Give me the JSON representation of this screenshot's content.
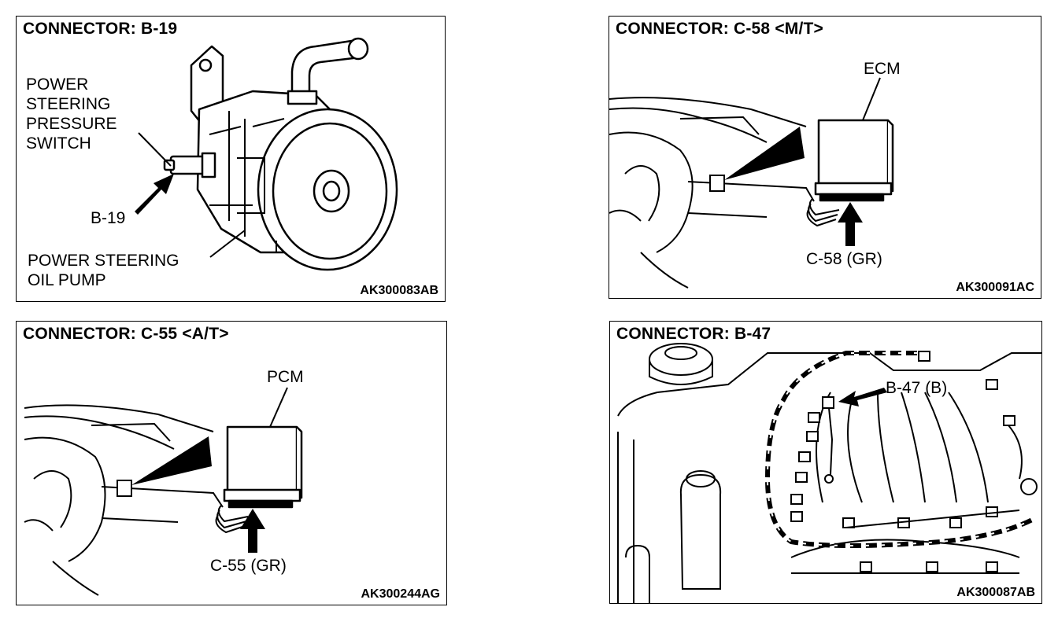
{
  "panels": {
    "b19": {
      "title": "CONNECTOR: B-19",
      "switch_label": "POWER\nSTEERING\nPRESSURE\nSWITCH",
      "connector_label": "B-19",
      "pump_label": "POWER STEERING\nOIL PUMP",
      "code": "AK300083AB"
    },
    "c58": {
      "title": "CONNECTOR: C-58 <M/T>",
      "unit_label": "ECM",
      "connector_label": "C-58 (GR)",
      "code": "AK300091AC"
    },
    "c55": {
      "title": "CONNECTOR: C-55 <A/T>",
      "unit_label": "PCM",
      "connector_label": "C-55 (GR)",
      "code": "AK300244AG"
    },
    "b47": {
      "title": "CONNECTOR: B-47",
      "connector_label": "B-47 (B)",
      "code": "AK300087AB"
    }
  }
}
